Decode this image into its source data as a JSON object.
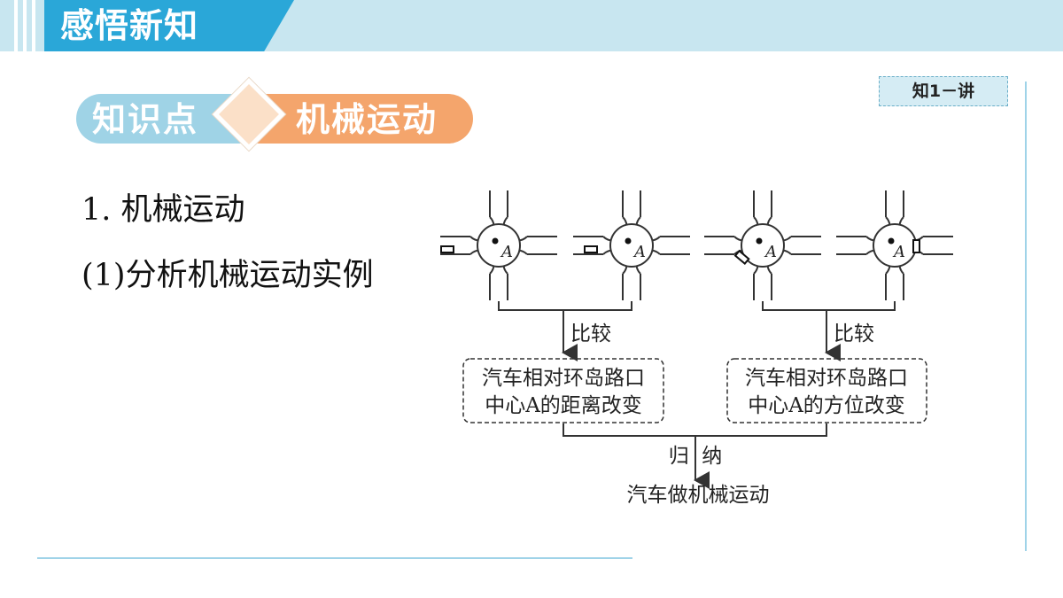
{
  "header": {
    "title": "感悟新知",
    "badge": "知1－讲"
  },
  "knowledge_point": {
    "label": "知识点",
    "topic": "机械运动"
  },
  "content": {
    "heading": "1. 机械运动",
    "subheading": "(1)分析机械运动实例"
  },
  "diagram": {
    "intersection_center_label": "A",
    "compare_label": "比较",
    "left_box_line1": "汽车相对环岛路口",
    "left_box_line2": "中心A的距离改变",
    "right_box_line1": "汽车相对环岛路口",
    "right_box_line2": "中心A的方位改变",
    "summarize_label": "归  纳",
    "conclusion": "汽车做机械运动"
  }
}
